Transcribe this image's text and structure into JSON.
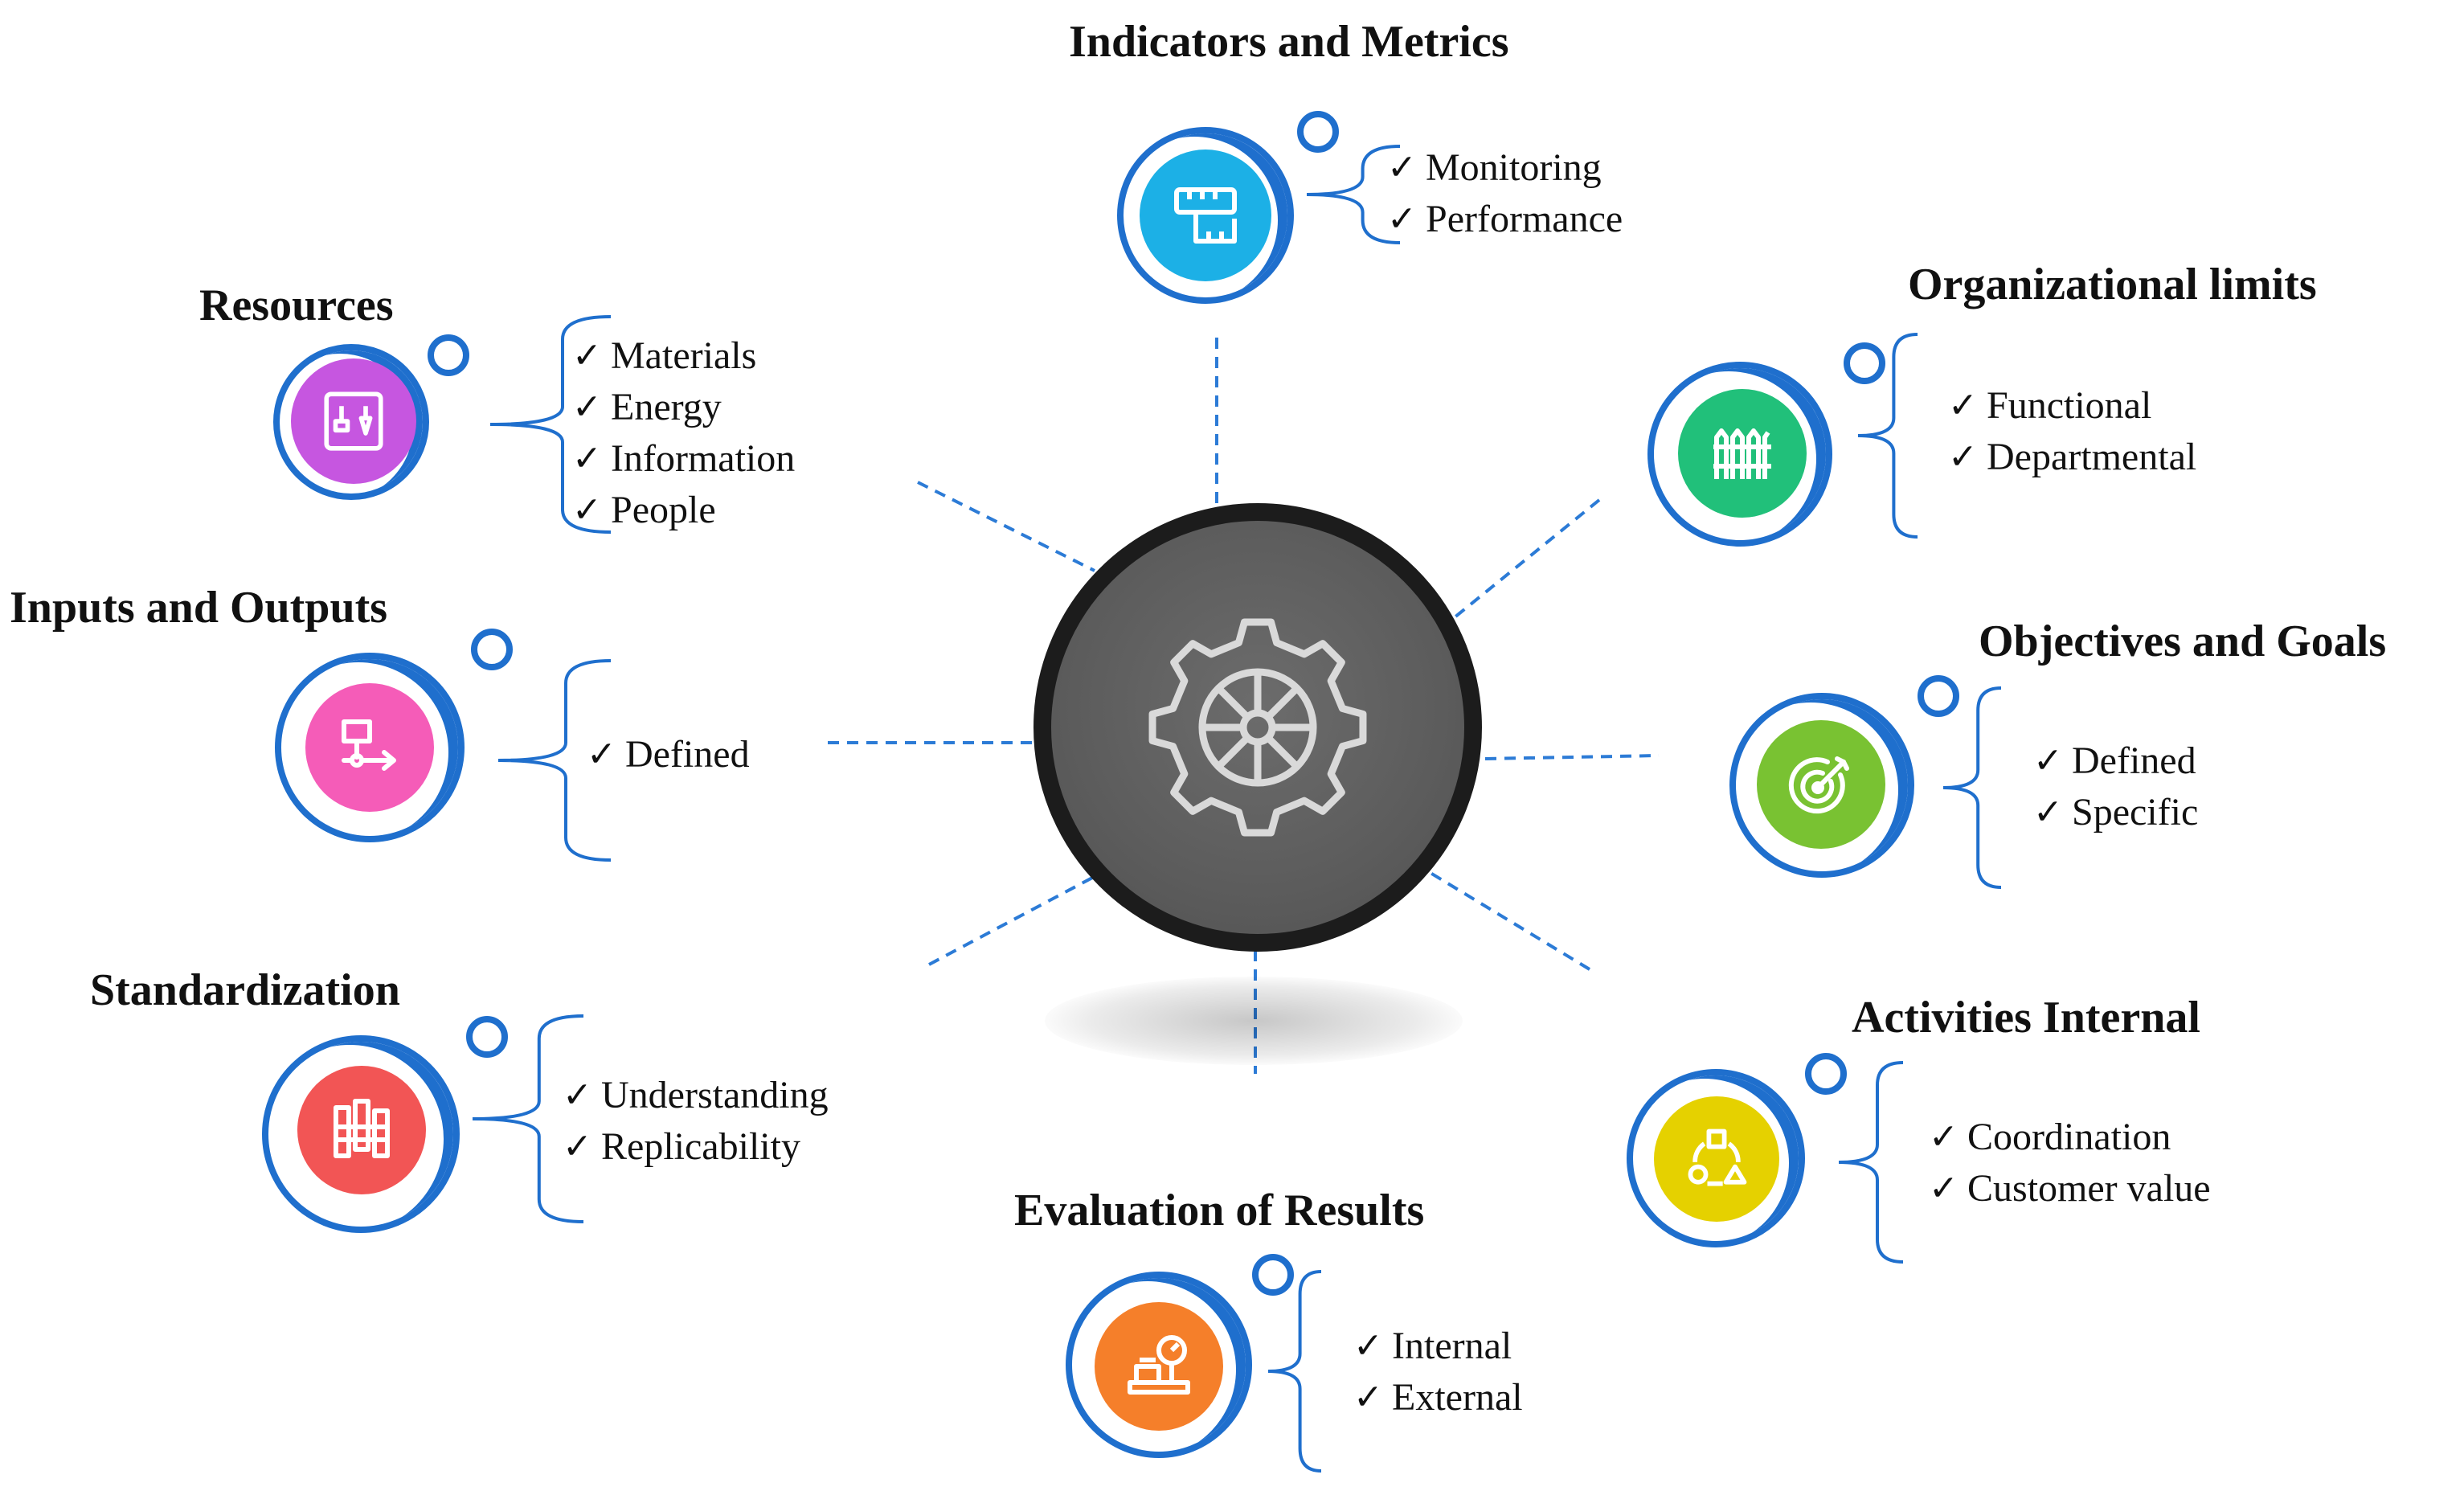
{
  "hub": {
    "icon": "gear-wheel-icon"
  },
  "nodes": [
    {
      "id": "indicators-and-metrics",
      "title": "Indicators and Metrics",
      "icon": "measuring-tape-icon",
      "color": "#1cb0e6",
      "items": [
        "Monitoring",
        "Performance"
      ]
    },
    {
      "id": "resources",
      "title": "Resources",
      "icon": "tools-panel-icon",
      "color": "#c656e0",
      "items": [
        "Materials",
        "Energy",
        "Information",
        "People"
      ]
    },
    {
      "id": "organizational-limits",
      "title": "Organizational limits",
      "icon": "fence-icon",
      "color": "#21c07a",
      "items": [
        "Functional",
        "Departmental"
      ]
    },
    {
      "id": "inputs-and-outputs",
      "title": "Inputs and Outputs",
      "icon": "flow-arrow-icon",
      "color": "#f55cb8",
      "items": [
        "Defined"
      ]
    },
    {
      "id": "objectives-and-goals",
      "title": "Objectives and Goals",
      "icon": "target-icon",
      "color": "#79c232",
      "items": [
        "Defined",
        "Specific"
      ]
    },
    {
      "id": "standardization",
      "title": "Standardization",
      "icon": "blocks-icon",
      "color": "#f25555",
      "items": [
        "Understanding",
        "Replicability"
      ]
    },
    {
      "id": "activities-internal",
      "title": "Activities Internal",
      "icon": "shapes-cycle-icon",
      "color": "#e5d100",
      "items": [
        "Coordination",
        "Customer value"
      ]
    },
    {
      "id": "evaluation-of-results",
      "title": "Evaluation of Results",
      "icon": "scale-gauge-icon",
      "color": "#f57f2a",
      "items": [
        "Internal",
        "External"
      ]
    }
  ],
  "check_mark": "✓",
  "accent_color": "#1f6fcd"
}
